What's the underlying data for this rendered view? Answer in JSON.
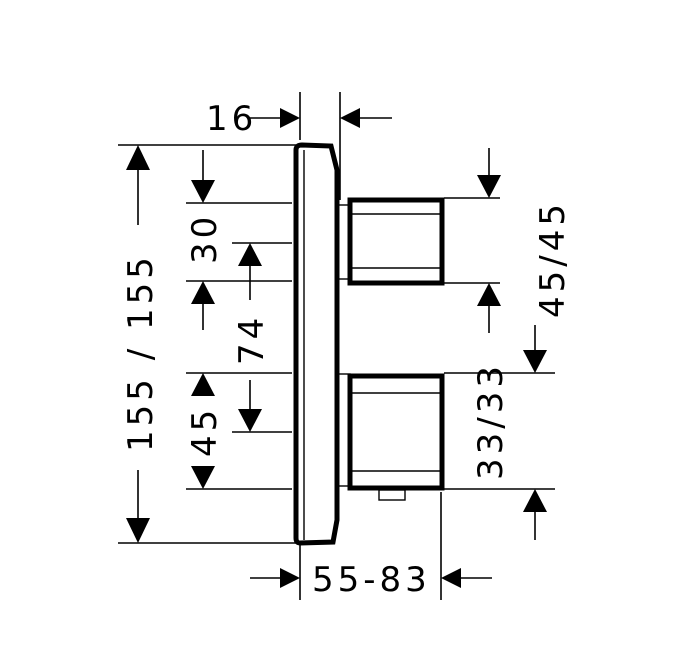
{
  "dimensions": {
    "depth_plate": "16",
    "top_knob_offset": "30",
    "knob_spacing": "74",
    "bottom_knob_offset": "45",
    "total_height": "155 / 155",
    "top_knob_height": "45/45",
    "bottom_knob_height": "33/33",
    "projection": "55-83"
  }
}
